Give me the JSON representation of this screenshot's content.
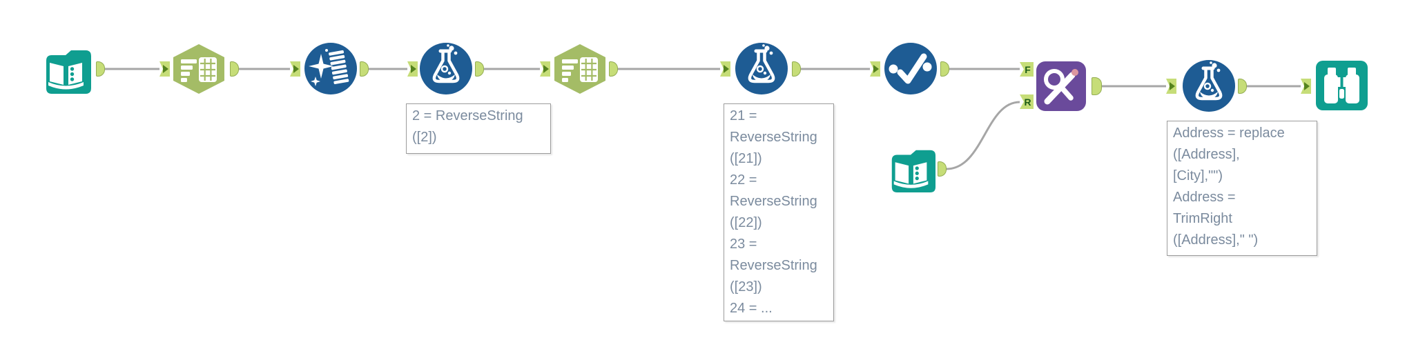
{
  "workflow": {
    "app": "alteryx-workflow-canvas",
    "tools": [
      {
        "id": "input-data-1",
        "type": "input-data"
      },
      {
        "id": "text-to-columns-1",
        "type": "text-to-columns"
      },
      {
        "id": "data-cleansing-1",
        "type": "data-cleansing"
      },
      {
        "id": "formula-1",
        "type": "formula"
      },
      {
        "id": "text-to-columns-2",
        "type": "text-to-columns"
      },
      {
        "id": "formula-2",
        "type": "formula"
      },
      {
        "id": "unique-1",
        "type": "unique"
      },
      {
        "id": "find-replace-1",
        "type": "find-replace"
      },
      {
        "id": "input-data-2",
        "type": "input-data"
      },
      {
        "id": "formula-3",
        "type": "formula"
      },
      {
        "id": "browse-1",
        "type": "browse"
      }
    ],
    "annotations": {
      "a1": "2 = ReverseString\n([2])",
      "a2": "21 =\nReverseString\n([21])\n22 =\nReverseString\n([22])\n23 =\nReverseString\n([23])\n24 = ...",
      "a3": "Address = replace\n([Address],\n[City],\"\")\nAddress =\nTrimRight\n([Address],\" \")"
    },
    "anchor_labels": {
      "find": "F",
      "replace": "R"
    },
    "colors": {
      "teal": "#0f9e90",
      "olive_green": "#a4bc66",
      "blue": "#1e5c94",
      "purple": "#6a4a9b",
      "anchor_fill": "#c6dd78",
      "wire_gray": "#a6a6a6",
      "annotation_text": "#7b8b9e"
    }
  }
}
